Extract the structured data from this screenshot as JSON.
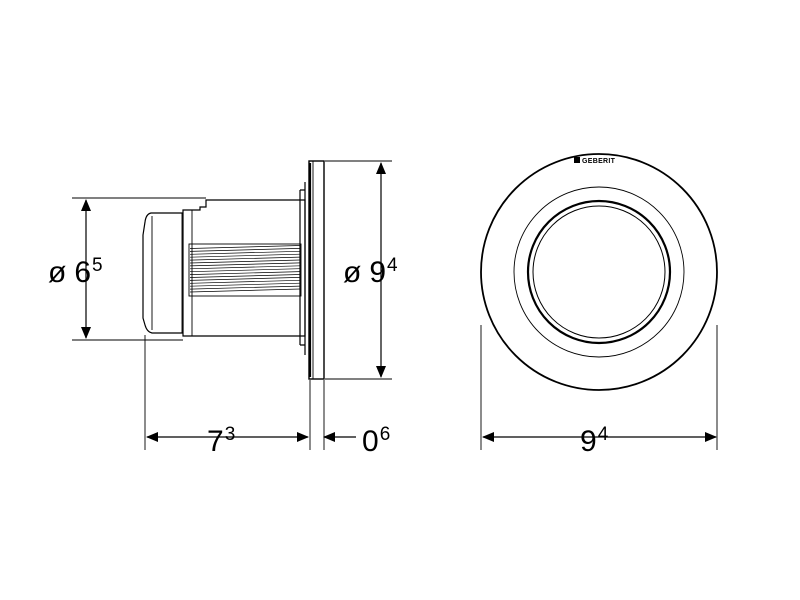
{
  "dimensions": {
    "button_diameter": {
      "prefix": "ø",
      "main": "6",
      "sup": "5"
    },
    "plate_diameter_side": {
      "prefix": "ø",
      "main": "9",
      "sup": "4"
    },
    "body_length": {
      "main": "7",
      "sup": "3"
    },
    "plate_thickness": {
      "main": "0",
      "sup": "6"
    },
    "plate_diameter_front": {
      "main": "9",
      "sup": "4"
    }
  },
  "brand": {
    "logo_text": "GEBERIT"
  }
}
